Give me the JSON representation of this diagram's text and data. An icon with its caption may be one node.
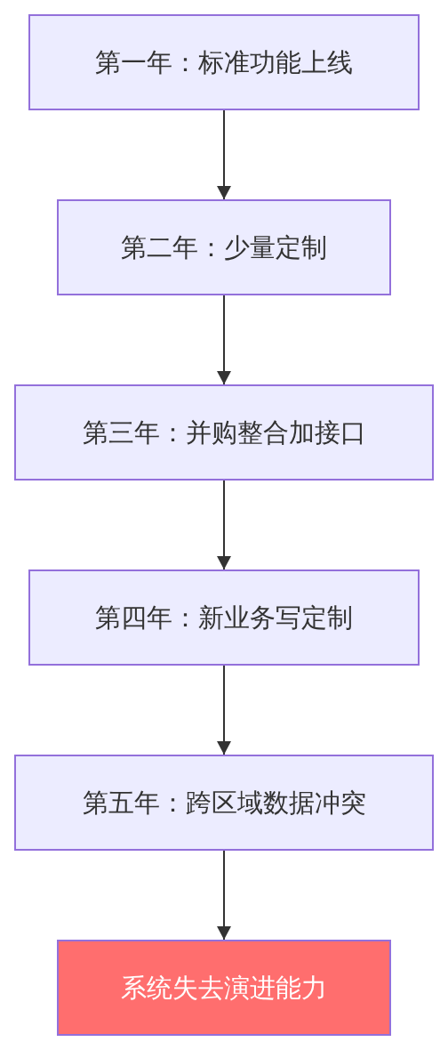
{
  "diagram": {
    "nodes": [
      {
        "text": [
          "第一年：标准功能上线"
        ]
      },
      {
        "text": [
          "第二年：少量定制"
        ]
      },
      {
        "text": [
          "第三年：并购整合加接口"
        ]
      },
      {
        "text": [
          "第四年：新业务写定制"
        ]
      },
      {
        "text": [
          "第五年：跨区域数据冲突"
        ]
      },
      {
        "text": [
          "系统失去演进能力"
        ]
      }
    ],
    "edges": [
      {
        "from": 0,
        "to": 1,
        "arrow": "to"
      },
      {
        "from": 1,
        "to": 2,
        "arrow": "to"
      },
      {
        "from": 2,
        "to": 3,
        "arrow": "to"
      },
      {
        "from": 3,
        "to": 4,
        "arrow": "to"
      },
      {
        "from": 4,
        "to": 5,
        "arrow": "to"
      }
    ]
  }
}
